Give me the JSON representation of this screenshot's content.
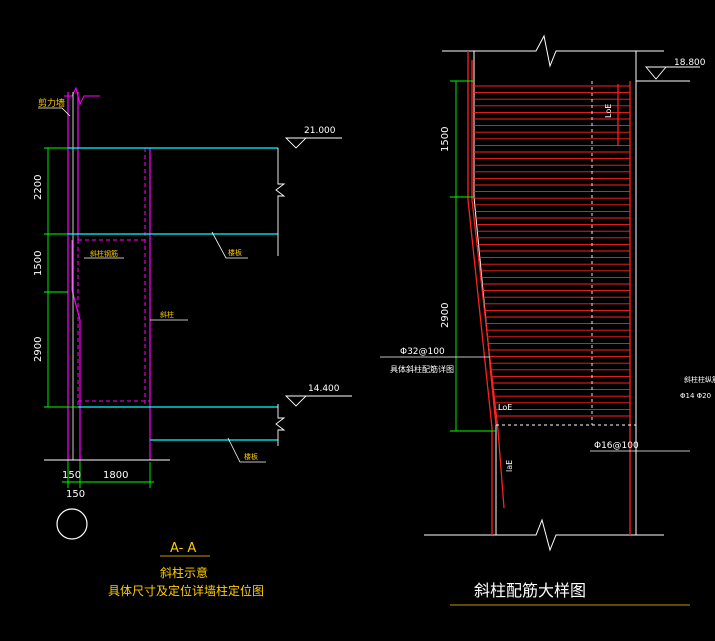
{
  "colors": {
    "background": "#000000",
    "dimension": "#00ff00",
    "slab": "#00ffff",
    "wall": "#ff00ff",
    "rebar": "#ff2020",
    "text": "#ffcc00",
    "white": "#ffffff"
  },
  "left_drawing": {
    "wall_label": "剪力墙",
    "elevation_top": "21.000",
    "elevation_bottom": "14.400",
    "dims_vertical": [
      "2200",
      "1500",
      "2900"
    ],
    "dims_horizontal": [
      "150",
      "1800"
    ],
    "dim_below": "150",
    "label_slab_upper": "楼板",
    "label_slab_lower": "楼板",
    "label_inclined": "斜柱钢筋",
    "label_column": "斜柱",
    "section_title": "A- A",
    "caption_line1": "斜柱示意",
    "caption_line2": "具体尺寸及定位详墙柱定位图"
  },
  "right_drawing": {
    "elevation": "18.800",
    "dims_vertical": [
      "1500",
      "2900"
    ],
    "label_loe_top": "LoE",
    "label_loe_bottom": "LoE",
    "rebar_main": "Φ32@100",
    "rebar_main_note": "具体斜柱配筋详图",
    "rebar_stirrup": "Φ16@100",
    "label_lae": "laE",
    "side_note_1": "斜柱柱纵筋",
    "side_note_2": "Φ14 Φ20",
    "title": "斜柱配筋大样图"
  }
}
